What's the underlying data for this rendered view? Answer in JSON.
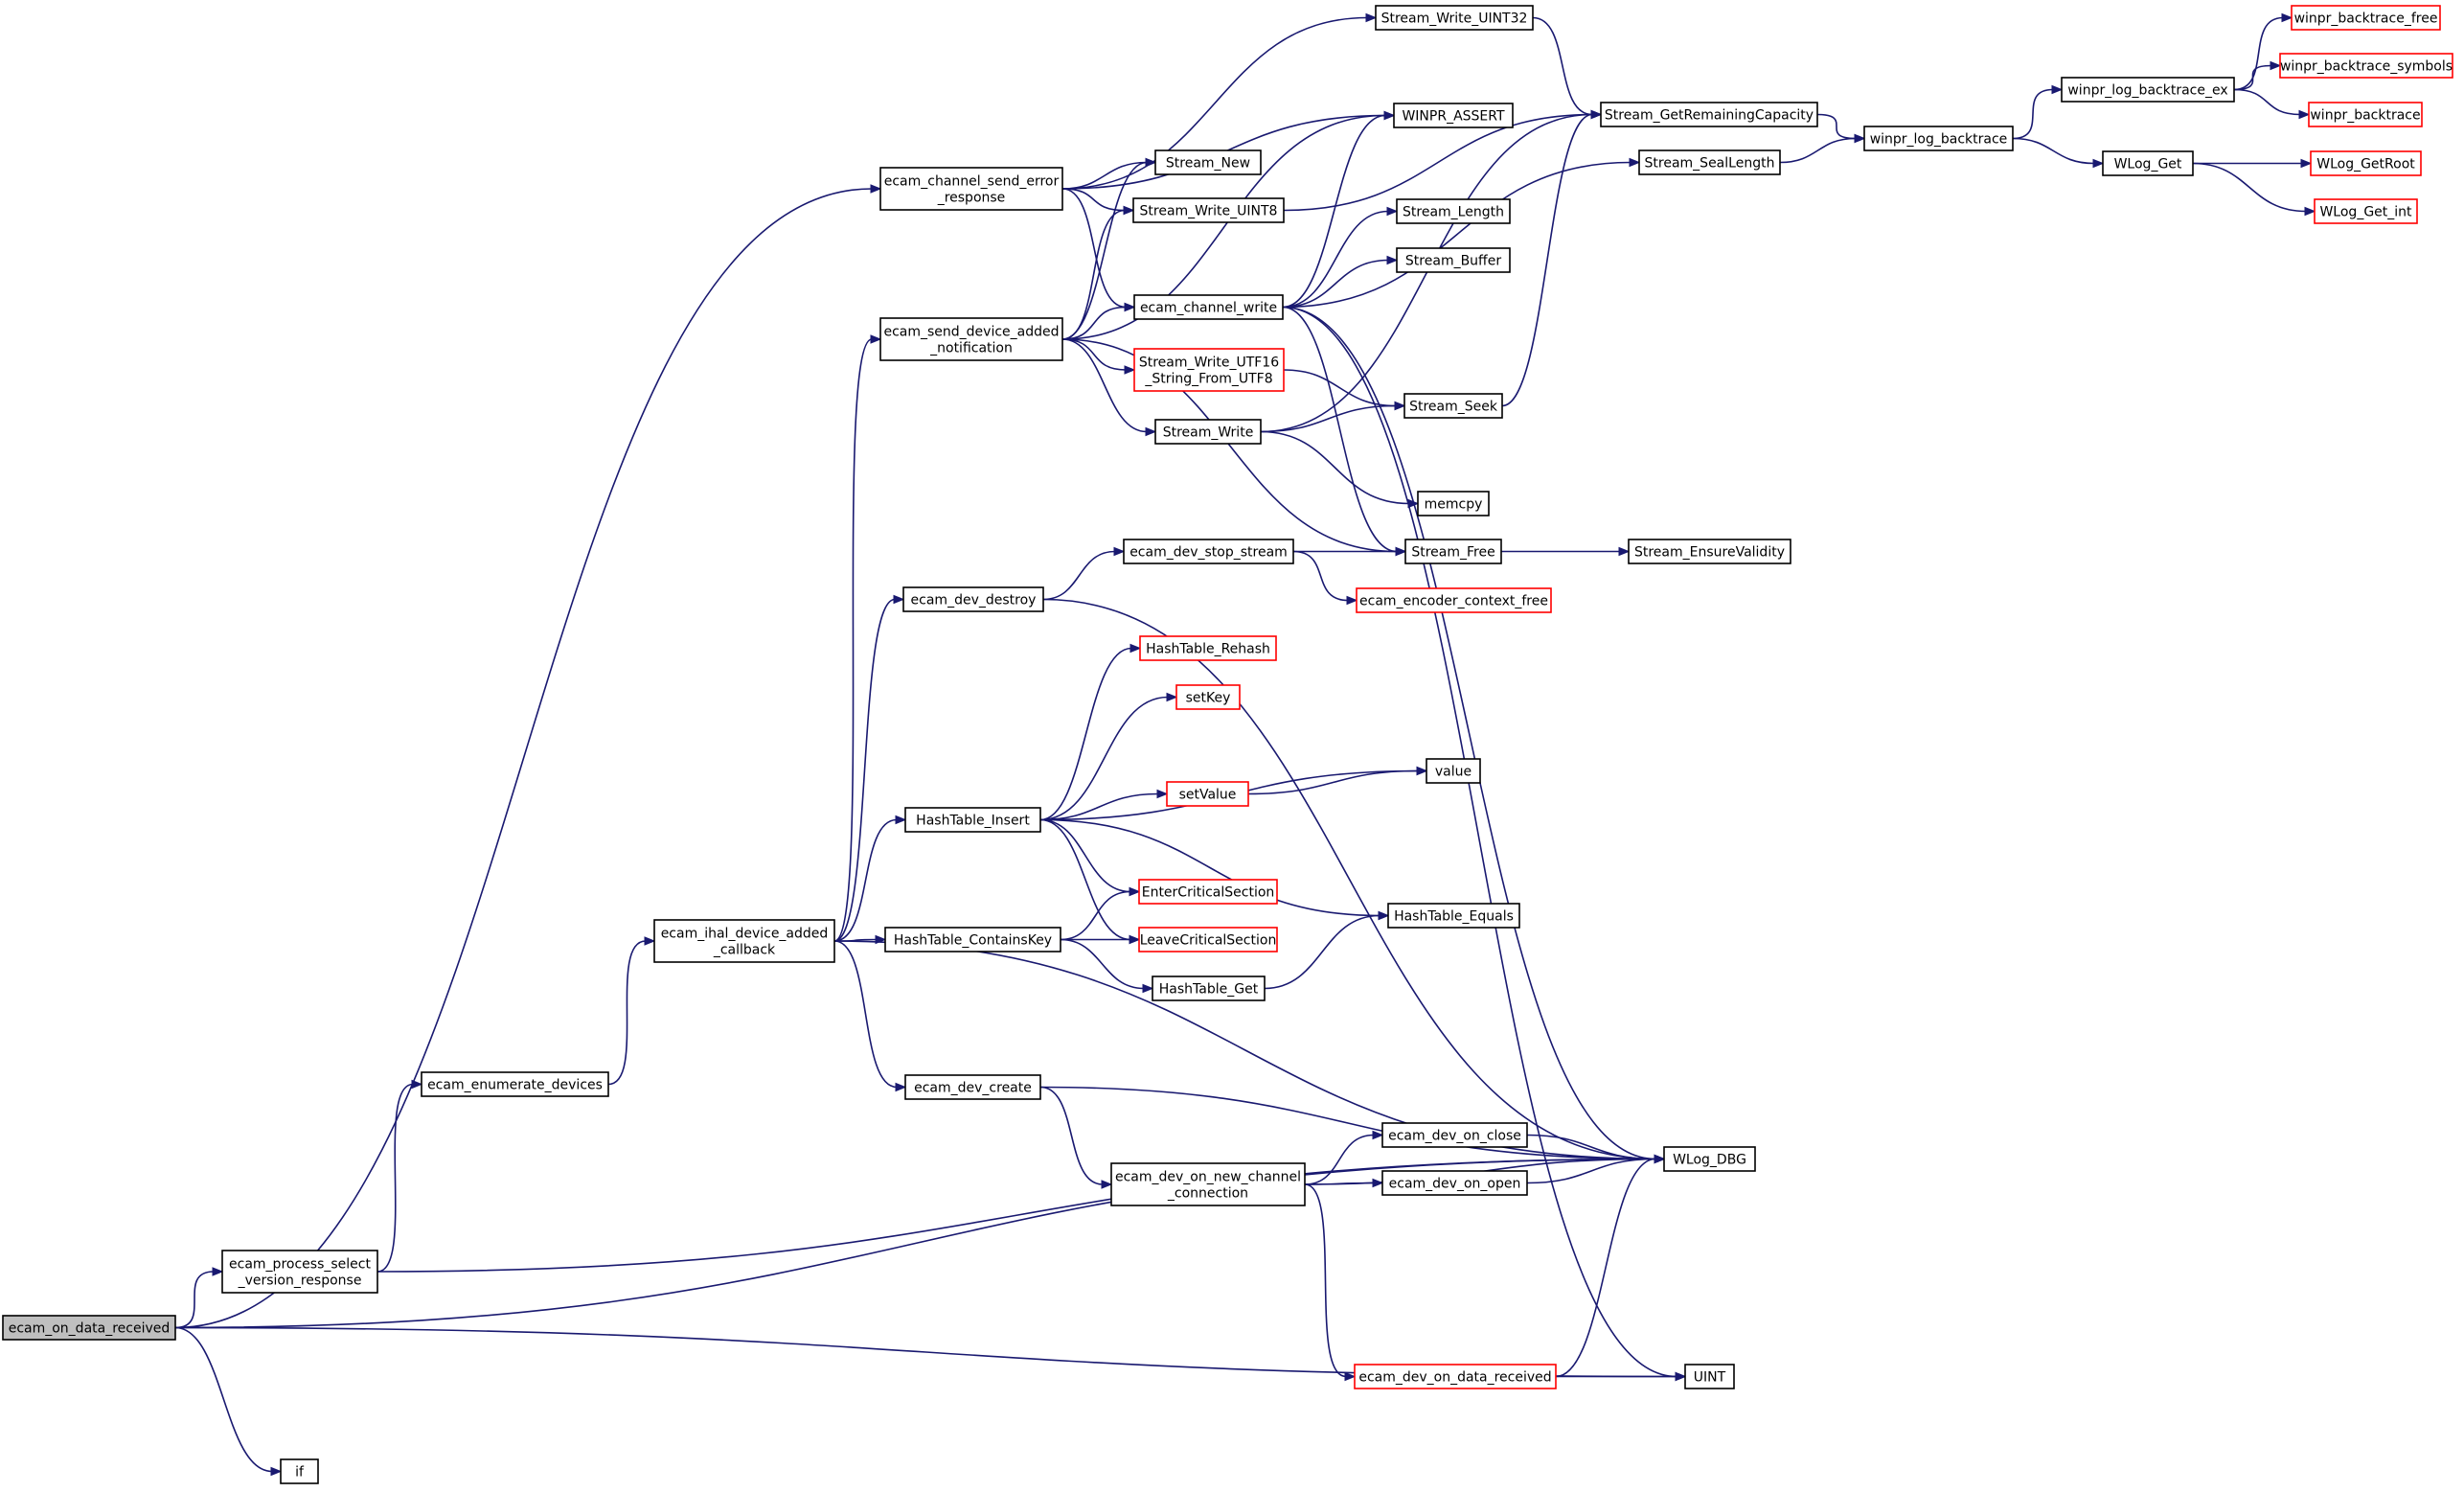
{
  "colors": {
    "edge": "#191970",
    "normal_border": "#000000",
    "truncated_border": "#ff0000",
    "root_fill": "#bfbfbf",
    "node_fill": "#ffffff"
  },
  "nodes": [
    {
      "id": "ecam_on_data_received",
      "lines": [
        "ecam_on_data_received"
      ],
      "kind": "root"
    },
    {
      "id": "ecam_process_select_version_response",
      "lines": [
        "ecam_process_select",
        "_version_response"
      ],
      "kind": "normal"
    },
    {
      "id": "if",
      "lines": [
        "if"
      ],
      "kind": "normal"
    },
    {
      "id": "ecam_enumerate_devices",
      "lines": [
        "ecam_enumerate_devices"
      ],
      "kind": "normal"
    },
    {
      "id": "ecam_ihal_device_added_callback",
      "lines": [
        "ecam_ihal_device_added",
        "_callback"
      ],
      "kind": "normal"
    },
    {
      "id": "ecam_channel_send_error_response",
      "lines": [
        "ecam_channel_send_error",
        "_response"
      ],
      "kind": "normal"
    },
    {
      "id": "ecam_send_device_added_notification",
      "lines": [
        "ecam_send_device_added",
        "_notification"
      ],
      "kind": "normal"
    },
    {
      "id": "ecam_dev_destroy",
      "lines": [
        "ecam_dev_destroy"
      ],
      "kind": "normal"
    },
    {
      "id": "HashTable_Insert",
      "lines": [
        "HashTable_Insert"
      ],
      "kind": "normal"
    },
    {
      "id": "HashTable_ContainsKey",
      "lines": [
        "HashTable_ContainsKey"
      ],
      "kind": "normal"
    },
    {
      "id": "ecam_dev_create",
      "lines": [
        "ecam_dev_create"
      ],
      "kind": "normal"
    },
    {
      "id": "ecam_dev_on_new_channel_connection",
      "lines": [
        "ecam_dev_on_new_channel",
        "_connection"
      ],
      "kind": "normal"
    },
    {
      "id": "Stream_New",
      "lines": [
        "Stream_New"
      ],
      "kind": "normal"
    },
    {
      "id": "Stream_Write_UINT8",
      "lines": [
        "Stream_Write_UINT8"
      ],
      "kind": "normal"
    },
    {
      "id": "ecam_channel_write",
      "lines": [
        "ecam_channel_write"
      ],
      "kind": "normal"
    },
    {
      "id": "Stream_Write_UTF16_String_From_UTF8",
      "lines": [
        "Stream_Write_UTF16",
        "_String_From_UTF8"
      ],
      "kind": "truncated"
    },
    {
      "id": "Stream_Write",
      "lines": [
        "Stream_Write"
      ],
      "kind": "normal"
    },
    {
      "id": "ecam_dev_stop_stream",
      "lines": [
        "ecam_dev_stop_stream"
      ],
      "kind": "normal"
    },
    {
      "id": "HashTable_Rehash",
      "lines": [
        "HashTable_Rehash"
      ],
      "kind": "truncated"
    },
    {
      "id": "setKey",
      "lines": [
        "setKey"
      ],
      "kind": "truncated"
    },
    {
      "id": "setValue",
      "lines": [
        "setValue"
      ],
      "kind": "truncated"
    },
    {
      "id": "EnterCriticalSection",
      "lines": [
        "EnterCriticalSection"
      ],
      "kind": "truncated"
    },
    {
      "id": "LeaveCriticalSection",
      "lines": [
        "LeaveCriticalSection"
      ],
      "kind": "truncated"
    },
    {
      "id": "HashTable_Get",
      "lines": [
        "HashTable_Get"
      ],
      "kind": "normal"
    },
    {
      "id": "Stream_Write_UINT32",
      "lines": [
        "Stream_Write_UINT32"
      ],
      "kind": "normal"
    },
    {
      "id": "WINPR_ASSERT",
      "lines": [
        "WINPR_ASSERT"
      ],
      "kind": "normal"
    },
    {
      "id": "Stream_Length",
      "lines": [
        "Stream_Length"
      ],
      "kind": "normal"
    },
    {
      "id": "Stream_Buffer",
      "lines": [
        "Stream_Buffer"
      ],
      "kind": "normal"
    },
    {
      "id": "Stream_Seek",
      "lines": [
        "Stream_Seek"
      ],
      "kind": "normal"
    },
    {
      "id": "memcpy",
      "lines": [
        "memcpy"
      ],
      "kind": "normal"
    },
    {
      "id": "Stream_Free",
      "lines": [
        "Stream_Free"
      ],
      "kind": "normal"
    },
    {
      "id": "ecam_encoder_context_free",
      "lines": [
        "ecam_encoder_context_free"
      ],
      "kind": "truncated"
    },
    {
      "id": "value",
      "lines": [
        "value"
      ],
      "kind": "normal"
    },
    {
      "id": "HashTable_Equals",
      "lines": [
        "HashTable_Equals"
      ],
      "kind": "normal"
    },
    {
      "id": "ecam_dev_on_close",
      "lines": [
        "ecam_dev_on_close"
      ],
      "kind": "normal"
    },
    {
      "id": "ecam_dev_on_open",
      "lines": [
        "ecam_dev_on_open"
      ],
      "kind": "normal"
    },
    {
      "id": "ecam_dev_on_data_received",
      "lines": [
        "ecam_dev_on_data_received"
      ],
      "kind": "truncated"
    },
    {
      "id": "Stream_GetRemainingCapacity",
      "lines": [
        "Stream_GetRemainingCapacity"
      ],
      "kind": "normal"
    },
    {
      "id": "Stream_SealLength",
      "lines": [
        "Stream_SealLength"
      ],
      "kind": "normal"
    },
    {
      "id": "Stream_EnsureValidity",
      "lines": [
        "Stream_EnsureValidity"
      ],
      "kind": "normal"
    },
    {
      "id": "WLog_DBG",
      "lines": [
        "WLog_DBG"
      ],
      "kind": "normal"
    },
    {
      "id": "UINT",
      "lines": [
        "UINT"
      ],
      "kind": "normal"
    },
    {
      "id": "winpr_log_backtrace",
      "lines": [
        "winpr_log_backtrace"
      ],
      "kind": "normal"
    },
    {
      "id": "winpr_log_backtrace_ex",
      "lines": [
        "winpr_log_backtrace_ex"
      ],
      "kind": "normal"
    },
    {
      "id": "WLog_Get",
      "lines": [
        "WLog_Get"
      ],
      "kind": "normal"
    },
    {
      "id": "winpr_backtrace_free",
      "lines": [
        "winpr_backtrace_free"
      ],
      "kind": "truncated"
    },
    {
      "id": "winpr_backtrace_symbols",
      "lines": [
        "winpr_backtrace_symbols"
      ],
      "kind": "truncated"
    },
    {
      "id": "winpr_backtrace",
      "lines": [
        "winpr_backtrace"
      ],
      "kind": "truncated"
    },
    {
      "id": "WLog_GetRoot",
      "lines": [
        "WLog_GetRoot"
      ],
      "kind": "truncated"
    },
    {
      "id": "WLog_Get_int",
      "lines": [
        "WLog_Get_int"
      ],
      "kind": "truncated"
    }
  ],
  "edges": [
    [
      "ecam_on_data_received",
      "ecam_channel_send_error_response"
    ],
    [
      "ecam_on_data_received",
      "ecam_process_select_version_response"
    ],
    [
      "ecam_on_data_received",
      "WLog_DBG"
    ],
    [
      "ecam_on_data_received",
      "UINT"
    ],
    [
      "ecam_on_data_received",
      "if"
    ],
    [
      "ecam_process_select_version_response",
      "ecam_enumerate_devices"
    ],
    [
      "ecam_process_select_version_response",
      "WLog_DBG"
    ],
    [
      "ecam_enumerate_devices",
      "ecam_ihal_device_added_callback"
    ],
    [
      "ecam_ihal_device_added_callback",
      "ecam_send_device_added_notification"
    ],
    [
      "ecam_ihal_device_added_callback",
      "ecam_dev_destroy"
    ],
    [
      "ecam_ihal_device_added_callback",
      "HashTable_Insert"
    ],
    [
      "ecam_ihal_device_added_callback",
      "HashTable_ContainsKey"
    ],
    [
      "ecam_ihal_device_added_callback",
      "ecam_dev_create"
    ],
    [
      "ecam_ihal_device_added_callback",
      "WLog_DBG"
    ],
    [
      "ecam_channel_send_error_response",
      "Stream_Write_UINT32"
    ],
    [
      "ecam_channel_send_error_response",
      "WINPR_ASSERT"
    ],
    [
      "ecam_channel_send_error_response",
      "Stream_New"
    ],
    [
      "ecam_channel_send_error_response",
      "Stream_Write_UINT8"
    ],
    [
      "ecam_channel_send_error_response",
      "ecam_channel_write"
    ],
    [
      "ecam_send_device_added_notification",
      "Stream_New"
    ],
    [
      "ecam_send_device_added_notification",
      "Stream_Write_UINT8"
    ],
    [
      "ecam_send_device_added_notification",
      "WINPR_ASSERT"
    ],
    [
      "ecam_send_device_added_notification",
      "ecam_channel_write"
    ],
    [
      "ecam_send_device_added_notification",
      "Stream_Write_UTF16_String_From_UTF8"
    ],
    [
      "ecam_send_device_added_notification",
      "Stream_Write"
    ],
    [
      "ecam_send_device_added_notification",
      "Stream_Free"
    ],
    [
      "ecam_dev_destroy",
      "ecam_dev_stop_stream"
    ],
    [
      "ecam_dev_destroy",
      "WLog_DBG"
    ],
    [
      "HashTable_Insert",
      "HashTable_Rehash"
    ],
    [
      "HashTable_Insert",
      "setKey"
    ],
    [
      "HashTable_Insert",
      "value"
    ],
    [
      "HashTable_Insert",
      "setValue"
    ],
    [
      "HashTable_Insert",
      "EnterCriticalSection"
    ],
    [
      "HashTable_Insert",
      "LeaveCriticalSection"
    ],
    [
      "HashTable_Insert",
      "HashTable_Equals"
    ],
    [
      "HashTable_ContainsKey",
      "EnterCriticalSection"
    ],
    [
      "HashTable_ContainsKey",
      "LeaveCriticalSection"
    ],
    [
      "HashTable_ContainsKey",
      "HashTable_Get"
    ],
    [
      "ecam_dev_create",
      "WLog_DBG"
    ],
    [
      "ecam_dev_create",
      "ecam_dev_on_new_channel_connection"
    ],
    [
      "ecam_dev_on_new_channel_connection",
      "ecam_dev_on_close"
    ],
    [
      "ecam_dev_on_new_channel_connection",
      "ecam_dev_on_open"
    ],
    [
      "ecam_dev_on_new_channel_connection",
      "WLog_DBG"
    ],
    [
      "ecam_dev_on_new_channel_connection",
      "ecam_dev_on_data_received"
    ],
    [
      "Stream_Write_UINT8",
      "Stream_GetRemainingCapacity"
    ],
    [
      "ecam_channel_write",
      "WINPR_ASSERT"
    ],
    [
      "ecam_channel_write",
      "Stream_SealLength"
    ],
    [
      "ecam_channel_write",
      "Stream_Length"
    ],
    [
      "ecam_channel_write",
      "Stream_Buffer"
    ],
    [
      "ecam_channel_write",
      "Stream_Free"
    ],
    [
      "ecam_channel_write",
      "WLog_DBG"
    ],
    [
      "ecam_channel_write",
      "UINT"
    ],
    [
      "Stream_Write_UTF16_String_From_UTF8",
      "Stream_Seek"
    ],
    [
      "Stream_Write",
      "Stream_Seek"
    ],
    [
      "Stream_Write",
      "memcpy"
    ],
    [
      "Stream_Write",
      "Stream_GetRemainingCapacity"
    ],
    [
      "ecam_dev_stop_stream",
      "Stream_Free"
    ],
    [
      "ecam_dev_stop_stream",
      "ecam_encoder_context_free"
    ],
    [
      "setValue",
      "value"
    ],
    [
      "HashTable_Get",
      "HashTable_Equals"
    ],
    [
      "Stream_Write_UINT32",
      "Stream_GetRemainingCapacity"
    ],
    [
      "Stream_Seek",
      "Stream_GetRemainingCapacity"
    ],
    [
      "Stream_Free",
      "Stream_EnsureValidity"
    ],
    [
      "ecam_dev_on_close",
      "WLog_DBG"
    ],
    [
      "ecam_dev_on_open",
      "WLog_DBG"
    ],
    [
      "ecam_dev_on_data_received",
      "WLog_DBG"
    ],
    [
      "ecam_dev_on_data_received",
      "UINT"
    ],
    [
      "Stream_GetRemainingCapacity",
      "winpr_log_backtrace"
    ],
    [
      "Stream_SealLength",
      "winpr_log_backtrace"
    ],
    [
      "winpr_log_backtrace",
      "winpr_log_backtrace_ex"
    ],
    [
      "winpr_log_backtrace",
      "WLog_Get"
    ],
    [
      "winpr_log_backtrace_ex",
      "winpr_backtrace_free"
    ],
    [
      "winpr_log_backtrace_ex",
      "winpr_backtrace_symbols"
    ],
    [
      "winpr_log_backtrace_ex",
      "winpr_backtrace"
    ],
    [
      "WLog_Get",
      "WLog_GetRoot"
    ],
    [
      "WLog_Get",
      "WLog_Get_int"
    ]
  ]
}
